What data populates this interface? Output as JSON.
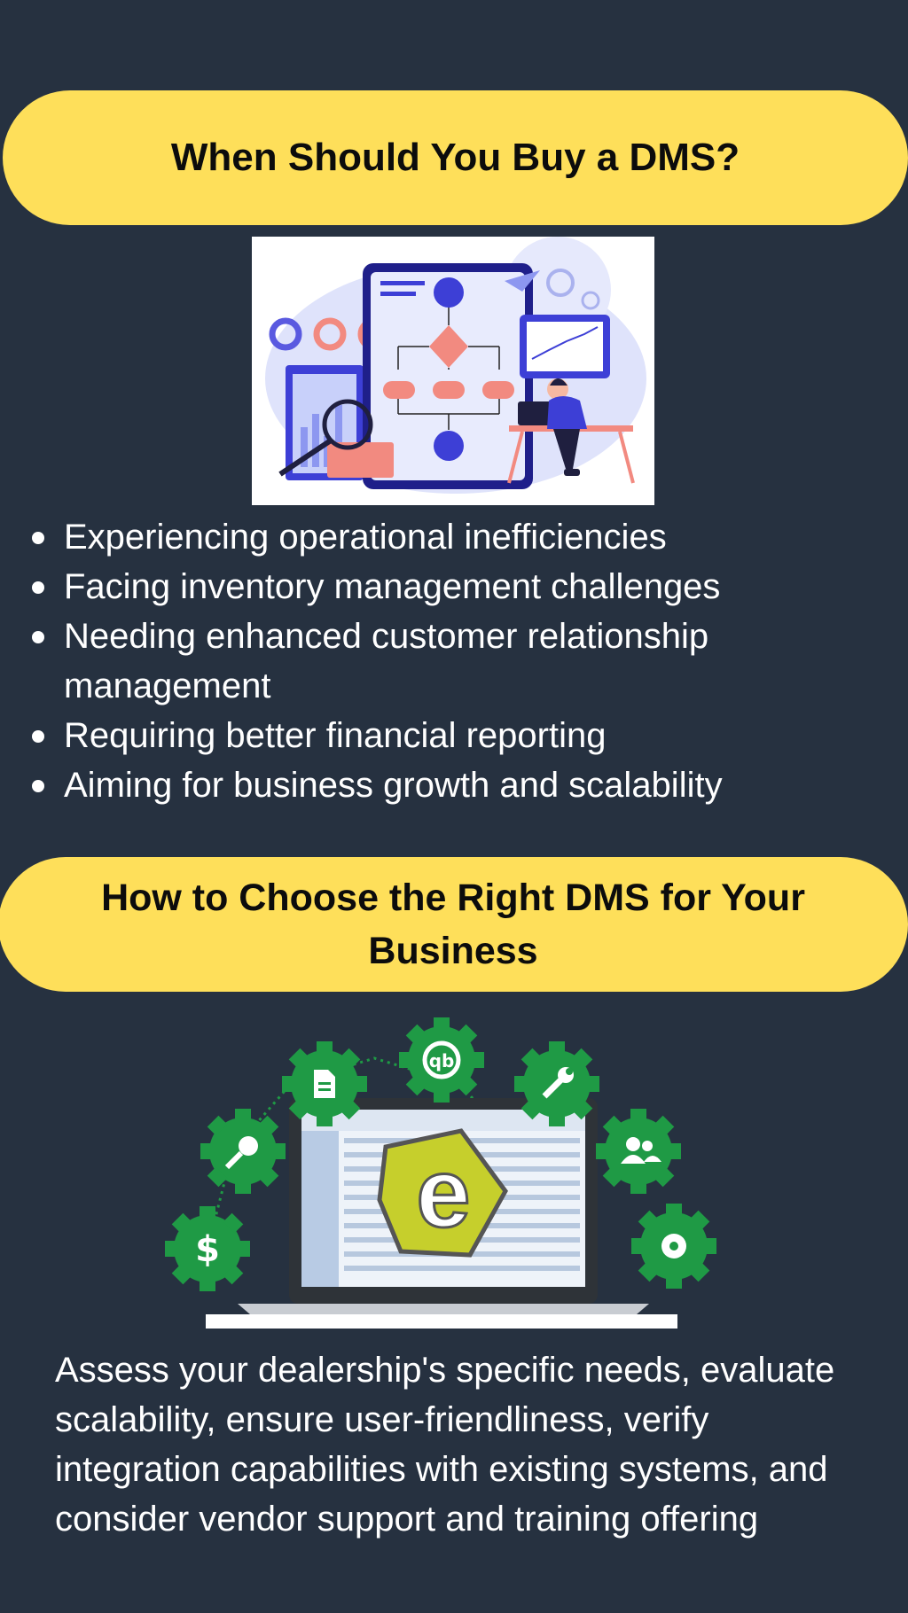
{
  "section1": {
    "title": "When Should You Buy a DMS?",
    "bullets": [
      "Experiencing operational inefficiencies",
      "Facing inventory management challenges",
      "Needing enhanced customer relationship management",
      "Requiring better financial reporting",
      "Aiming for business growth and scalability"
    ]
  },
  "section2": {
    "title": "How to Choose the Right DMS for Your Business",
    "paragraph": "Assess your dealership's specific needs, evaluate scalability, ensure user-friendliness, verify integration capabilities with existing systems, and consider vendor support and training offering",
    "gear_icons": [
      "dollar-icon",
      "key-icon",
      "document-icon",
      "quickbooks-icon",
      "wrench-icon",
      "users-icon",
      "settings-icon"
    ]
  },
  "colors": {
    "background": "#263140",
    "pill": "#fedf5a",
    "gear": "#1f9a45",
    "illustration_blue": "#3d3fd6",
    "illustration_coral": "#f28a80"
  }
}
